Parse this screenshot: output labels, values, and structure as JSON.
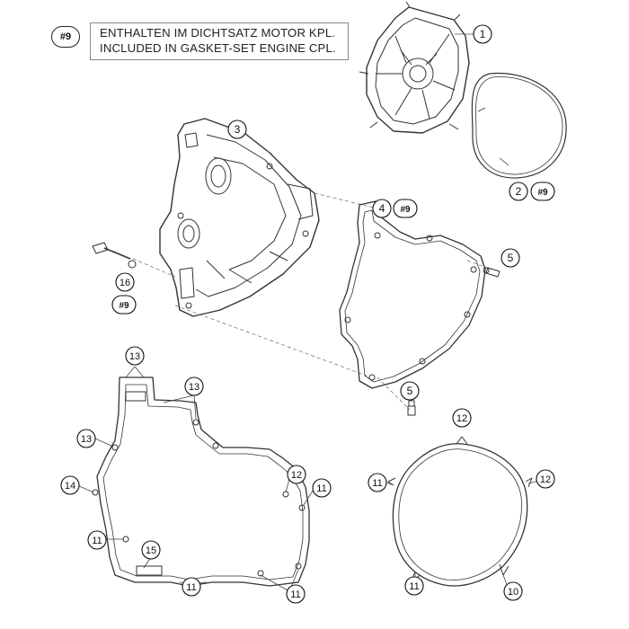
{
  "note": {
    "ref": "#9",
    "line1": "ENTHALTEN IM DICHTSATZ MOTOR KPL.",
    "line2": "INCLUDED IN GASKET-SET ENGINE CPL."
  },
  "callouts": [
    {
      "id": "c-1",
      "label": "1"
    },
    {
      "id": "c-2",
      "label": "2"
    },
    {
      "id": "c-2-ref",
      "label": "#9"
    },
    {
      "id": "c-3",
      "label": "3"
    },
    {
      "id": "c-4",
      "label": "4"
    },
    {
      "id": "c-4-ref",
      "label": "#9"
    },
    {
      "id": "c-5a",
      "label": "5"
    },
    {
      "id": "c-5b",
      "label": "5"
    },
    {
      "id": "c-16",
      "label": "16"
    },
    {
      "id": "c-16-ref",
      "label": "#9"
    },
    {
      "id": "c-13a",
      "label": "13"
    },
    {
      "id": "c-13b",
      "label": "13"
    },
    {
      "id": "c-13c",
      "label": "13"
    },
    {
      "id": "c-14",
      "label": "14"
    },
    {
      "id": "c-11a",
      "label": "11"
    },
    {
      "id": "c-15",
      "label": "15"
    },
    {
      "id": "c-12a",
      "label": "12"
    },
    {
      "id": "c-11b",
      "label": "11"
    },
    {
      "id": "c-11c",
      "label": "11"
    },
    {
      "id": "c-11d",
      "label": "11"
    },
    {
      "id": "c-12b",
      "label": "12"
    },
    {
      "id": "c-11e",
      "label": "11"
    },
    {
      "id": "c-12c",
      "label": "12"
    },
    {
      "id": "c-11f",
      "label": "11"
    },
    {
      "id": "c-10",
      "label": "10"
    }
  ]
}
